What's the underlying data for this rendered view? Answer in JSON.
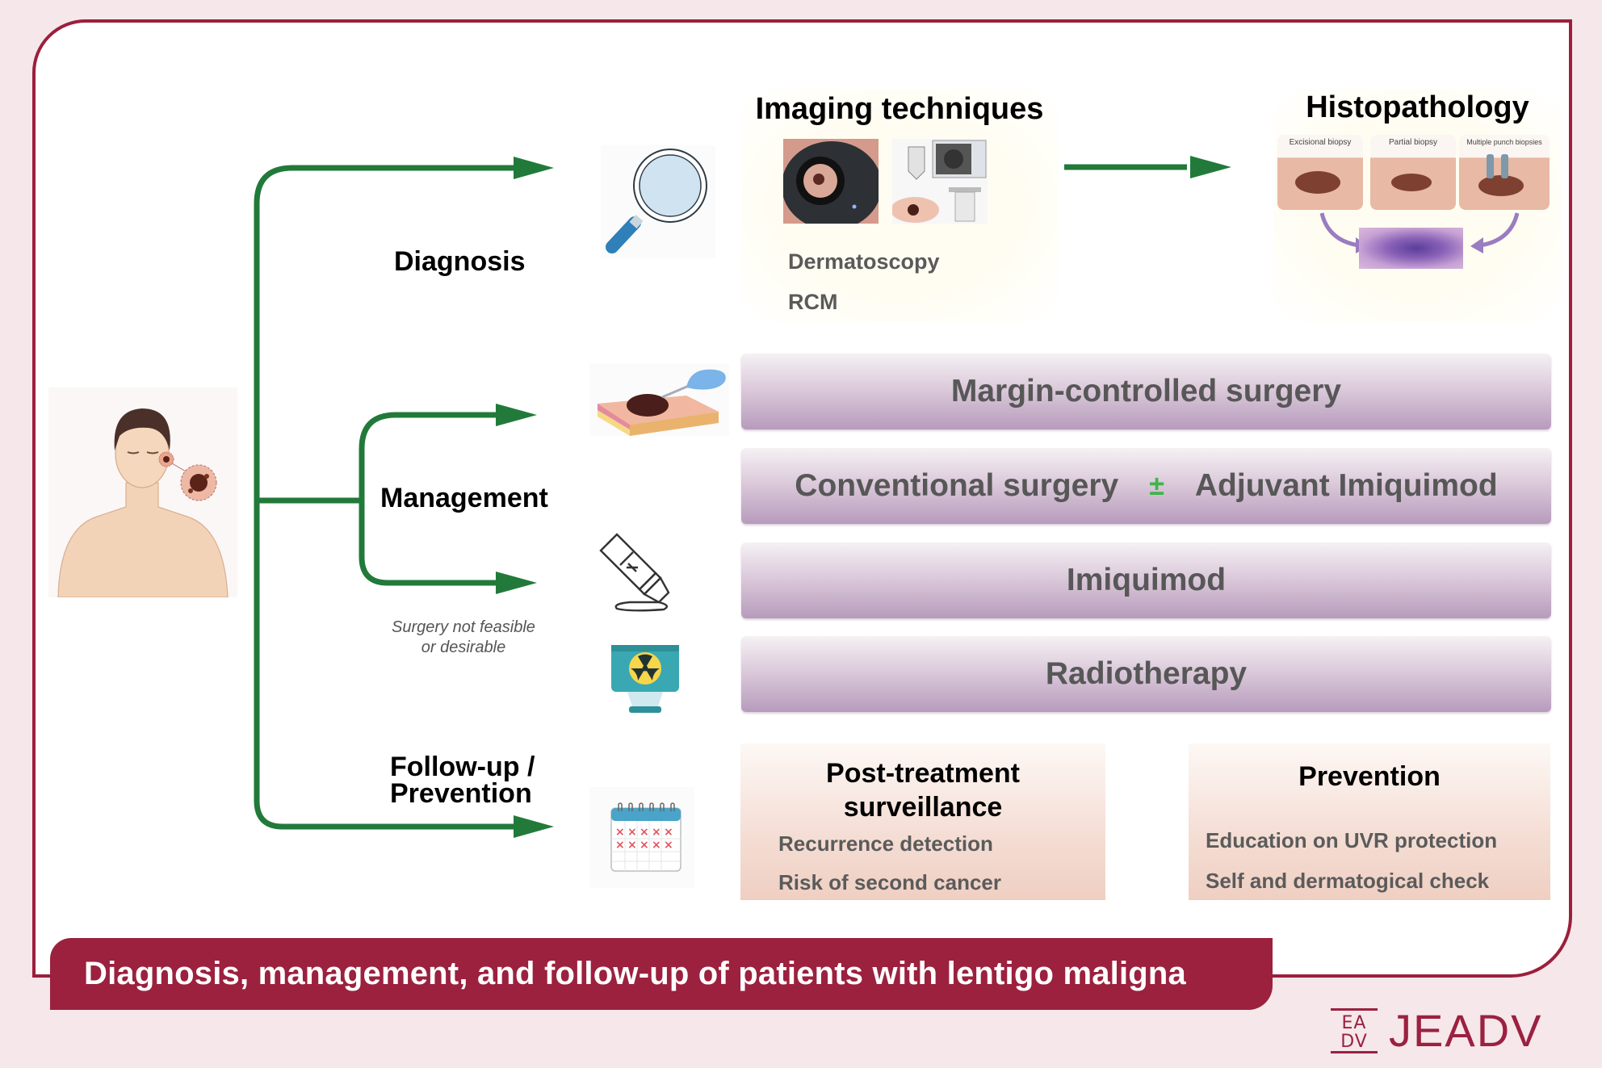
{
  "figure": {
    "caption": "Diagnosis, management, and follow-up of patients with lentigo maligna",
    "publisher_logo": "JEADV",
    "logo_emblem": [
      "EA",
      "DV"
    ],
    "colors": {
      "frame": "#9b1f3c",
      "arrow": "#217a3a",
      "caption_bg": "#9b213e",
      "plus_minus": "#3fb54a",
      "background": "#f6e7ea"
    }
  },
  "patient": {
    "icon": "patient-with-facial-lesion"
  },
  "branches": {
    "diagnosis": {
      "label": "Diagnosis"
    },
    "management": {
      "label": "Management",
      "note": [
        "Surgery not feasible",
        "or desirable"
      ]
    },
    "followup": {
      "label_line1": "Follow-up /",
      "label_line2": "Prevention"
    }
  },
  "diagnosis": {
    "icon": "magnifying-glass",
    "imaging": {
      "title": "Imaging techniques",
      "images": [
        "dermatoscope-photo",
        "rcm-device-photo"
      ],
      "items": [
        "Dermatoscopy",
        "RCM"
      ]
    },
    "histopathology": {
      "title": "Histopathology",
      "biopsies": [
        "Excisional biopsy",
        "Partial biopsy",
        "Multiple punch biopsies"
      ],
      "slide": "histology-slide"
    }
  },
  "management": {
    "icons": [
      "surgical-excision",
      "cream-tube",
      "radiation-device"
    ],
    "options": [
      {
        "label": "Margin-controlled surgery"
      },
      {
        "label": "Conventional surgery",
        "connector": "±",
        "label2": "Adjuvant Imiquimod"
      },
      {
        "label": "Imiquimod"
      },
      {
        "label": "Radiotherapy"
      }
    ]
  },
  "followup": {
    "icon": "calendar",
    "surveillance": {
      "title_line1": "Post-treatment",
      "title_line2": "surveillance",
      "items": [
        "Recurrence detection",
        "Risk of second cancer"
      ]
    },
    "prevention": {
      "title": "Prevention",
      "items": [
        "Education on UVR protection",
        "Self and dermatogical check"
      ]
    }
  }
}
